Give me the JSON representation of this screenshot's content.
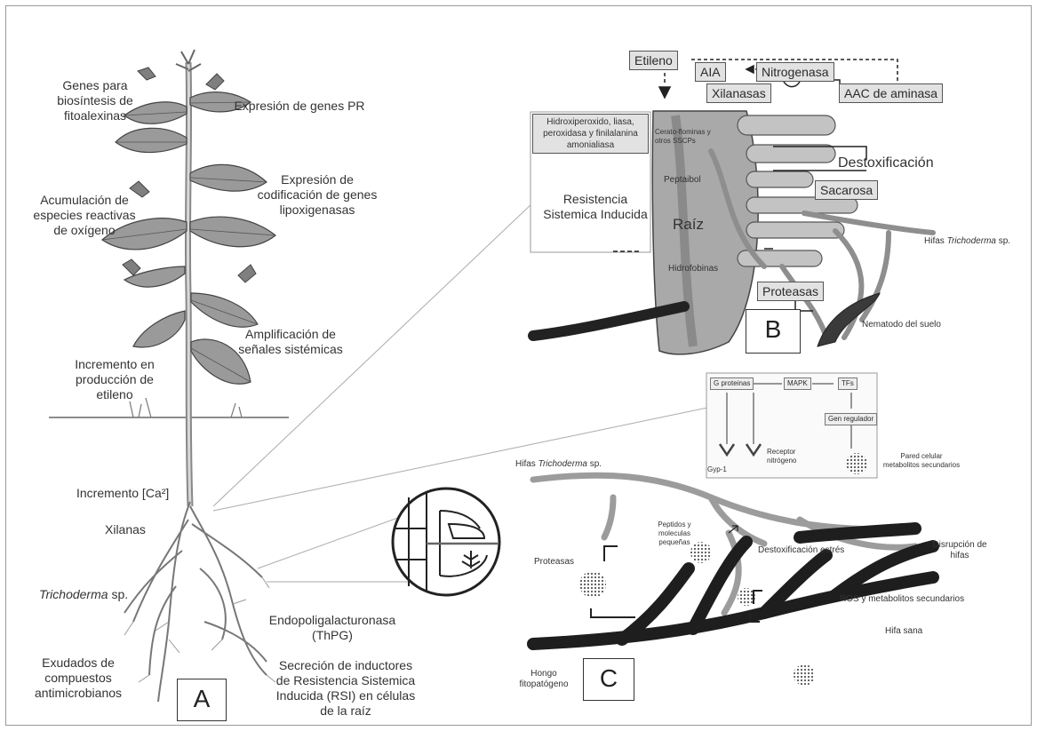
{
  "panel_a": {
    "letter": "A",
    "labels": {
      "genes_fitoalexinas": "Genes para biosíntesis de fitoalexinas",
      "expresion_pr": "Expresión de genes PR",
      "expresion_lipox": "Expresión de codificación de genes lipoxigenasas",
      "acumulacion_ros": "Acumulación de especies reactivas de oxígeno",
      "amplificacion": "Amplificación de señales sistémicas",
      "incremento_etileno": "Incremento en producción de etileno",
      "incremento_ca": "Incremento",
      "ca_symbol": "Ca²",
      "xilanas": "Xilanas",
      "trichoderma_genus": "Trichoderma",
      "trichoderma_sp": "sp.",
      "endopoli": "Endopoligalacturonasa (ThPG)",
      "exudados": "Exudados de compuestos antimicrobianos",
      "secrecion": "Secreción de inductores de Resistencia Sistemica Inducida (RSI) en células de la raíz"
    }
  },
  "panel_b": {
    "letter": "B",
    "boxes": {
      "etileno": "Etileno",
      "aia": "AIA",
      "nitrogenasa": "Nitrogenasa",
      "xilanasas": "Xilanasas",
      "aac": "AAC de aminasa",
      "sacarosa": "Sacarosa",
      "proteasas": "Proteasas",
      "hidroxi": "Hidroxiperoxido, liasa, peroxidasa y finilalanina amonialiasa"
    },
    "labels": {
      "resistencia": "Resistencia Sistemica Inducida",
      "raiz": "Raíz",
      "cerato": "Cerato-flominas y otros SSCPs",
      "peptaibol": "Peptaibol",
      "hidrofobinas": "Hidrofobinas",
      "destoxificacion": "Destoxificación",
      "hifas_prefix": "Hifas",
      "hifas_genus": "Trichoderma",
      "hifas_sp": "sp.",
      "nematodo": "Nematodo del suelo"
    },
    "signaling": {
      "g_proteinas": "G proteinas",
      "mapk": "MAPK",
      "tfs": "TFs",
      "gen_regulador": "Gen regulador",
      "gyp": "Gyp-1",
      "receptor": "Receptor nitrógeno",
      "pared": "Pared celular metabolitos secundarios"
    }
  },
  "panel_c": {
    "letter": "C",
    "labels": {
      "hifas_prefix": "Hifas",
      "hifas_genus": "Trichoderma",
      "hifas_sp": "sp.",
      "peptidos": "Peptidos y moleculas pequeñas",
      "proteasas": "Proteasas",
      "destox_estres": "Destoxificación estrés",
      "disrupcion": "Disrupción de hifas",
      "ros": "ROS y metabolitos secundarios",
      "hifa_sana": "Hifa sana",
      "hongo": "Hongo fitopatógeno"
    }
  },
  "colors": {
    "root_fill": "#a9a9a9",
    "root_dark": "#7a7a7a",
    "box_fill": "#e2e2e2",
    "hypha_light": "#9c9c9c",
    "hypha_dark": "#1e1e1e",
    "leaf": "#9a9a9a"
  }
}
